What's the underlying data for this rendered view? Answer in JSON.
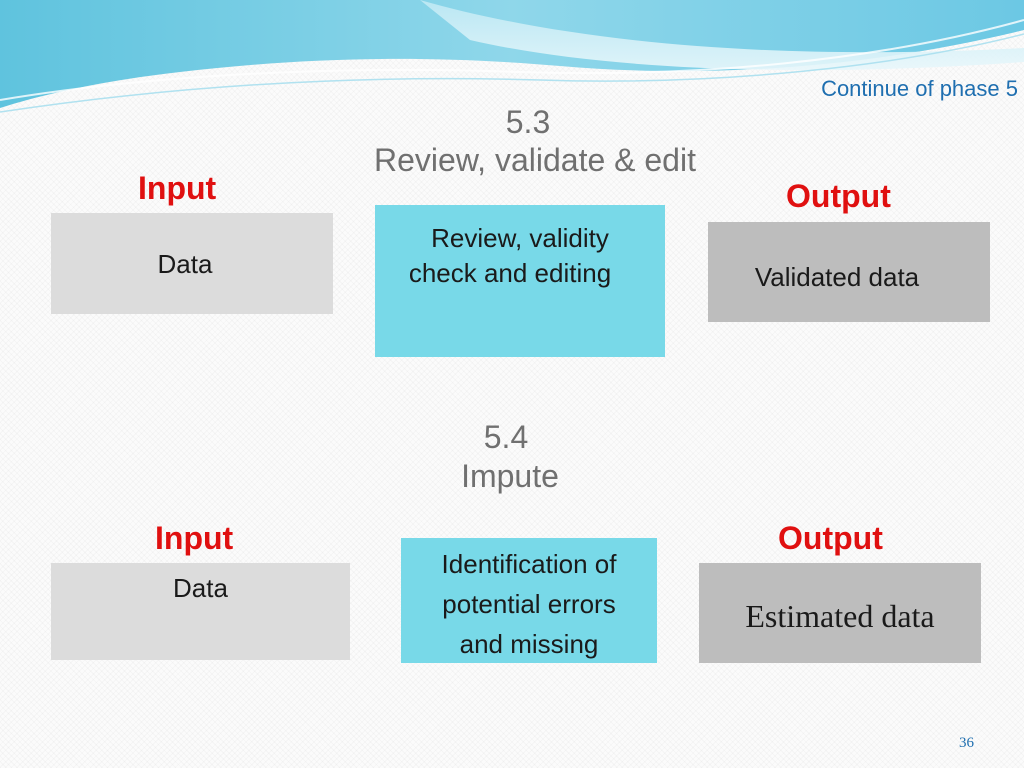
{
  "header": {
    "continue_label": "Continue of phase 5"
  },
  "sections": [
    {
      "number": "5.3",
      "title": "Review, validate & edit",
      "input_label": "Input",
      "input_value": "Data",
      "process_lines": [
        "Review, validity",
        "check and editing"
      ],
      "output_label": "Output",
      "output_value": "Validated data"
    },
    {
      "number": "5.4",
      "title": "Impute",
      "input_label": "Input",
      "input_value": "Data",
      "process_lines": [
        "Identification of",
        "potential errors",
        "and missing"
      ],
      "output_label": "Output",
      "output_value": "Estimated data"
    }
  ],
  "footer": {
    "page_number": "36"
  },
  "colors": {
    "input_label": "#e01010",
    "output_label": "#e01010",
    "process_box": "#78d9e8",
    "input_box": "#dcdcdc",
    "output_box": "#bdbdbd",
    "accent_blue": "#1f6fb0"
  }
}
